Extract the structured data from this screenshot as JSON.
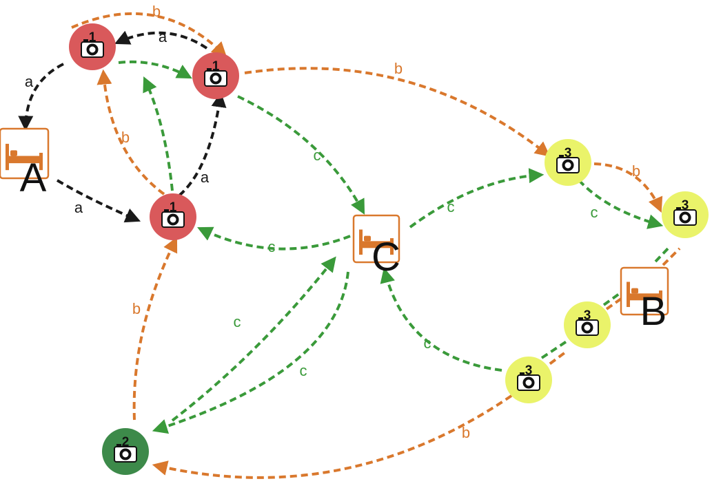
{
  "colors": {
    "a": "#1a1a1a",
    "b": "#d9782d",
    "c": "#3a9a3a",
    "red": "#d9595b",
    "yellow": "#eaf36a",
    "green": "#3d8a4a",
    "bed": "#d9782d"
  },
  "places": [
    {
      "id": "A",
      "label": "A"
    },
    {
      "id": "B",
      "label": "B"
    },
    {
      "id": "C",
      "label": "C"
    }
  ],
  "cameras": [
    {
      "id": "r1",
      "number": "1",
      "color": "red",
      "icon": "camera-icon"
    },
    {
      "id": "r2",
      "number": "1",
      "color": "red",
      "icon": "camera-icon"
    },
    {
      "id": "r3",
      "number": "1",
      "color": "red",
      "icon": "camera-icon"
    },
    {
      "id": "g1",
      "number": "2",
      "color": "green",
      "icon": "camera-icon"
    },
    {
      "id": "y1",
      "number": "3",
      "color": "yellow",
      "icon": "camera-icon"
    },
    {
      "id": "y2",
      "number": "3",
      "color": "yellow",
      "icon": "camera-icon"
    },
    {
      "id": "y3",
      "number": "3",
      "color": "yellow",
      "icon": "camera-icon"
    },
    {
      "id": "y4",
      "number": "3",
      "color": "yellow",
      "icon": "camera-icon"
    }
  ],
  "edges": [
    {
      "type": "a",
      "label": "a"
    },
    {
      "type": "a",
      "label": "a"
    },
    {
      "type": "a",
      "label": "a"
    },
    {
      "type": "a",
      "label": "a"
    },
    {
      "type": "b",
      "label": "b"
    },
    {
      "type": "b",
      "label": "b"
    },
    {
      "type": "b",
      "label": "b"
    },
    {
      "type": "b",
      "label": "b"
    },
    {
      "type": "b",
      "label": "b"
    },
    {
      "type": "b",
      "label": "b"
    },
    {
      "type": "c",
      "label": ""
    },
    {
      "type": "c",
      "label": "c"
    },
    {
      "type": "c",
      "label": "c"
    },
    {
      "type": "c",
      "label": "c"
    },
    {
      "type": "c",
      "label": "c"
    },
    {
      "type": "c",
      "label": "c"
    },
    {
      "type": "c",
      "label": "c"
    },
    {
      "type": "c",
      "label": "c"
    },
    {
      "type": "c",
      "label": "c"
    },
    {
      "type": "c",
      "label": ""
    },
    {
      "type": "b",
      "label": ""
    },
    {
      "type": "c",
      "label": ""
    },
    {
      "type": "b",
      "label": ""
    },
    {
      "type": "c",
      "label": ""
    },
    {
      "type": "b",
      "label": ""
    }
  ]
}
